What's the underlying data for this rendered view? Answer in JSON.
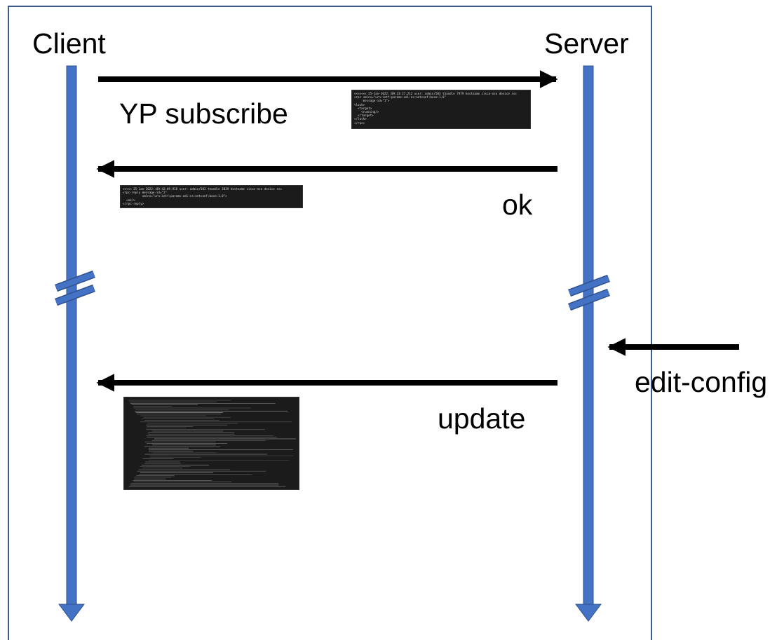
{
  "diagram": {
    "title": "",
    "participants": {
      "client": "Client",
      "server": "Server"
    },
    "messages": [
      {
        "id": "subscribe",
        "from": "client",
        "to": "server",
        "label": "YP subscribe"
      },
      {
        "id": "ok",
        "from": "server",
        "to": "client",
        "label": "ok"
      },
      {
        "id": "edit_config",
        "from": "external",
        "to": "server",
        "label": "edit-config"
      },
      {
        "id": "update",
        "from": "server",
        "to": "client",
        "label": "update"
      }
    ],
    "snippets": {
      "subscribe_rpc": "<<<<<<< 25-Jan-2022::09:23:27.212 user: admin/503 thandle 7979 hostname cisco-nso device ssc\n<rpc xmlns=\"urn:ietf:params:xml:ns:netconf:base:1.0\"\n     message-id=\"1\">\n<lock>\n  <target>\n    <running/>\n  </target>\n</lock>\n</rpc>",
      "ok_reply": "<<<<< 25-Jan-2022::09:42:09.918 user: admin/503 thandle 3039 hostname cisco-nso device ssc\n<rpc-reply message-id=\"2\"\n           xmlns=\"urn:ietf:params:xml:ns:netconf:base:1.0\">\n  <ok/>\n</rpc-reply>"
    },
    "colors": {
      "lifeline": "#4472c4",
      "lifeline_border": "#2f528f",
      "arrow": "#000000",
      "frame": "#3a5a94",
      "terminal_bg": "#1b1b1b"
    }
  }
}
